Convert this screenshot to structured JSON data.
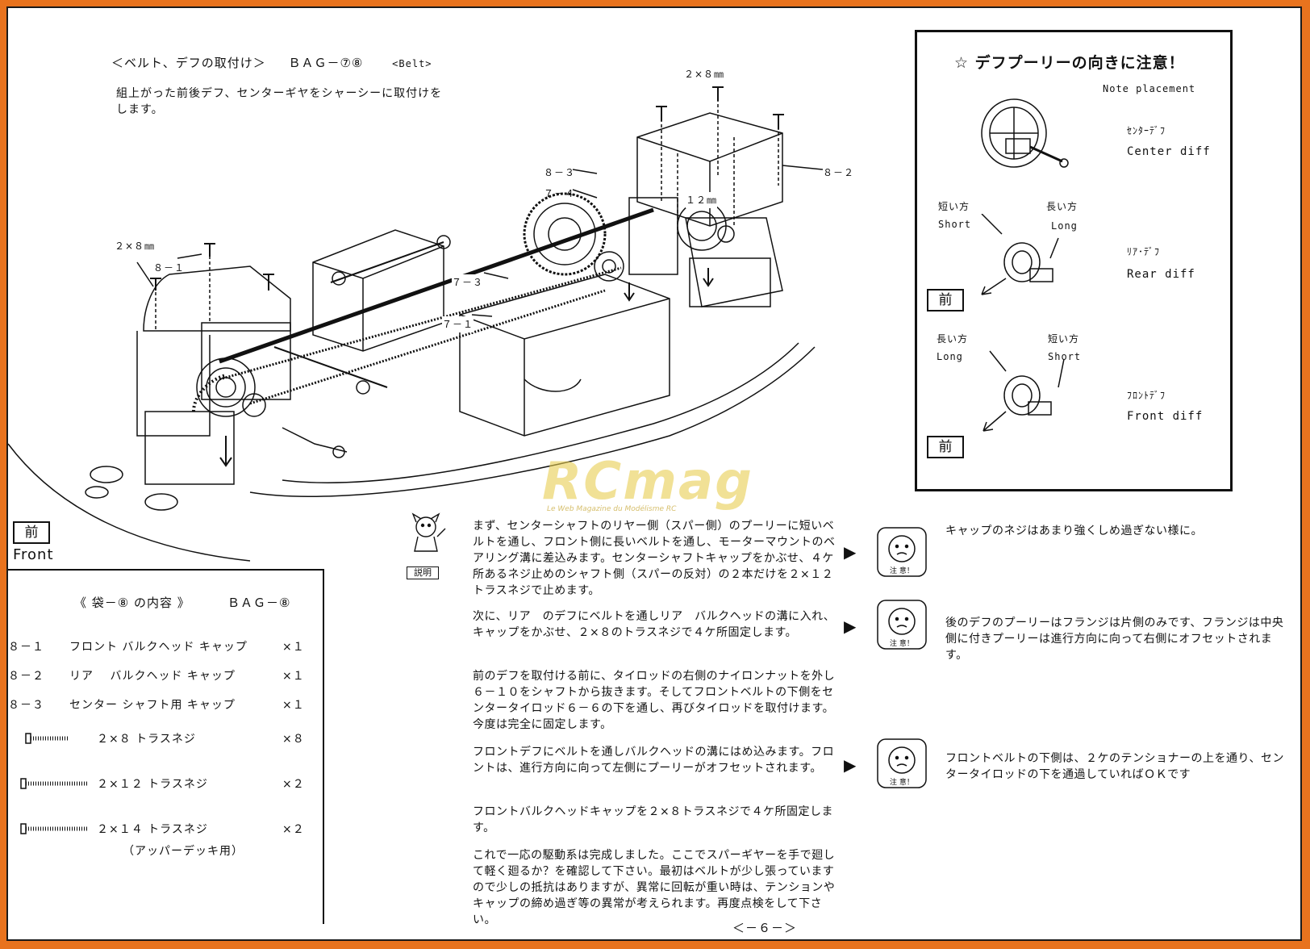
{
  "header": {
    "title": "＜ベルト、デフの取付け＞",
    "bag_ref": "ＢＡＧ－⑦⑧",
    "title_en": "<Belt>",
    "intro_line1": "組上がった前後デフ、センターギヤをシャーシーに取付けを",
    "intro_line2": "します。"
  },
  "diagram_labels": {
    "screw_top": "２×８㎜",
    "part_8_3": "８－３",
    "part_7_4": "７－４",
    "part_8_2": "８－２",
    "screw_12": "１２㎜",
    "screw_left": "２×８㎜",
    "part_8_1": "８－１",
    "part_7_3": "７－３",
    "part_7_1": "７－１"
  },
  "front_marker": {
    "kanji": "前",
    "en": "Front"
  },
  "placement_box": {
    "title": "☆ デフプーリーの向きに注意！",
    "subtitle": "Note placement",
    "center_jp": "ｾﾝﾀｰﾃﾞﾌ",
    "center_en": "Center diff",
    "short_jp": "短い方",
    "short_en": "Short",
    "long_jp": "長い方",
    "long_en": "Long",
    "rear_jp": "ﾘｱ･ﾃﾞﾌ",
    "rear_en": "Rear diff",
    "front_jp": "ﾌﾛﾝﾄﾃﾞﾌ",
    "front_en": "Front diff",
    "mae": "前"
  },
  "bag_contents": {
    "title": "《 袋－⑧ の内容 》",
    "bag": "ＢＡＧ－⑧",
    "items": [
      {
        "no": "８－１",
        "name": "フロント バルクヘッド キャップ",
        "qty": "×１"
      },
      {
        "no": "８－２",
        "name": "リア　 バルクヘッド キャップ",
        "qty": "×１"
      },
      {
        "no": "８－３",
        "name": "センター シャフト用 キャップ",
        "qty": "×１"
      },
      {
        "no": "",
        "name": "２×８ トラスネジ",
        "qty": "×８"
      },
      {
        "no": "",
        "name": "２×１２ トラスネジ",
        "qty": "×２"
      },
      {
        "no": "",
        "name": "２×１４ トラスネジ",
        "qty": "×２"
      }
    ],
    "footnote": "（アッパーデッキ用）"
  },
  "mascot_label": "説明",
  "caution_label": "注 意！",
  "instructions": [
    "まず、センターシャフトのリヤー側（スパー側）のプーリーに短いベルトを通し、フロント側に長いベルトを通し、モーターマウントのベアリング溝に差込みます。センターシャフトキャップをかぶせ、４ケ所あるネジ止めのシャフト側（スパーの反対）の２本だけを２×１２トラスネジで止めます。",
    "次に、リア　のデフにベルトを通しリア　バルクヘッドの溝に入れ、キャップをかぶせ、２×８のトラスネジで４ケ所固定します。",
    "前のデフを取付ける前に、タイロッドの右側のナイロンナットを外し６－１０をシャフトから抜きます。そしてフロントベルトの下側をセンタータイロッド６－６の下を通し、再びタイロッドを取付けます。今度は完全に固定します。",
    "フロントデフにベルトを通しバルクヘッドの溝にはめ込みます。フロントは、進行方向に向って左側にプーリーがオフセットされます。",
    "フロントバルクヘッドキャップを２×８トラスネジで４ケ所固定します。",
    "これで一応の駆動系は完成しました。ここでスパーギヤーを手で廻して軽く廻るか？を確認して下さい。最初はベルトが少し張っていますので少しの抵抗はありますが、異常に回転が重い時は、テンションやキャップの締め過ぎ等の異常が考えられます。再度点検をして下さい。"
  ],
  "notes": [
    "キャップのネジはあまり強くしめ過ぎない様に。",
    "後のデフのプーリーはフランジは片側のみです、フランジは中央側に付きプーリーは進行方向に向って右側にオフセットされます。",
    "フロントベルトの下側は、２ケのテンショナーの上を通り、センタータイロッドの下を通過していればＯＫです"
  ],
  "page_number": "＜－６－＞",
  "watermark": {
    "brand": "RCmag",
    "tagline": "Le Web Magazine du Modélisme RC"
  },
  "colors": {
    "frame": "#e8731e",
    "ink": "#111111",
    "watermark": "#e8cd50"
  }
}
